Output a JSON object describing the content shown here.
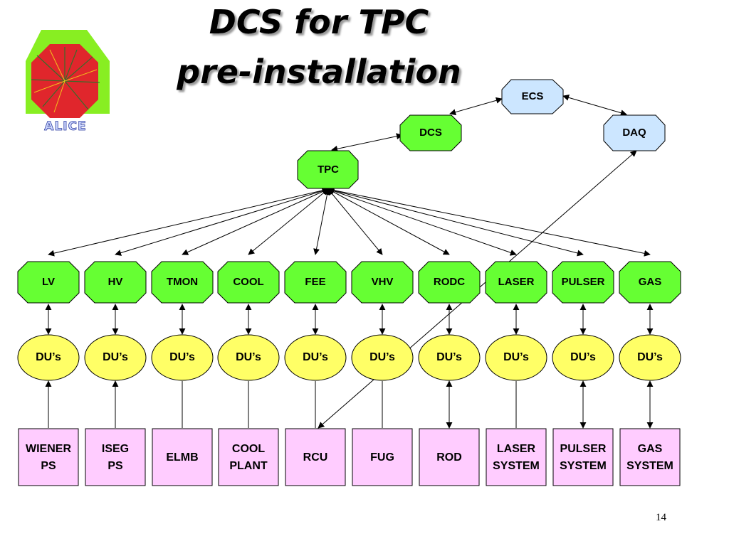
{
  "title": {
    "line1": "DCS for TPC",
    "line2": "pre-installation"
  },
  "logo": {
    "text": "ALICE",
    "icon": "alice-logo"
  },
  "page_number": "14",
  "colors": {
    "green_node": "#66ff33",
    "blue_node": "#cce6ff",
    "yellow_node": "#ffff66",
    "pink_box": "#ffccff",
    "stroke": "#000000"
  },
  "top": {
    "ecs": "ECS",
    "dcs": "DCS",
    "daq": "DAQ",
    "tpc": "TPC"
  },
  "subsystems": [
    "LV",
    "HV",
    "TMON",
    "COOL",
    "FEE",
    "VHV",
    "RODC",
    "LASER",
    "PULSER",
    "GAS"
  ],
  "device_units": [
    "DU’s",
    "DU’s",
    "DU’s",
    "DU’s",
    "DU’s",
    "DU’s",
    "DU’s",
    "DU’s",
    "DU’s",
    "DU’s"
  ],
  "devices": [
    [
      "WIENER",
      "PS"
    ],
    [
      "ISEG",
      "PS"
    ],
    [
      "ELMB"
    ],
    [
      "COOL",
      "PLANT"
    ],
    [
      "RCU"
    ],
    [
      "FUG"
    ],
    [
      "ROD"
    ],
    [
      "LASER",
      "SYSTEM"
    ],
    [
      "PULSER",
      "SYSTEM"
    ],
    [
      "GAS",
      "SYSTEM"
    ]
  ]
}
